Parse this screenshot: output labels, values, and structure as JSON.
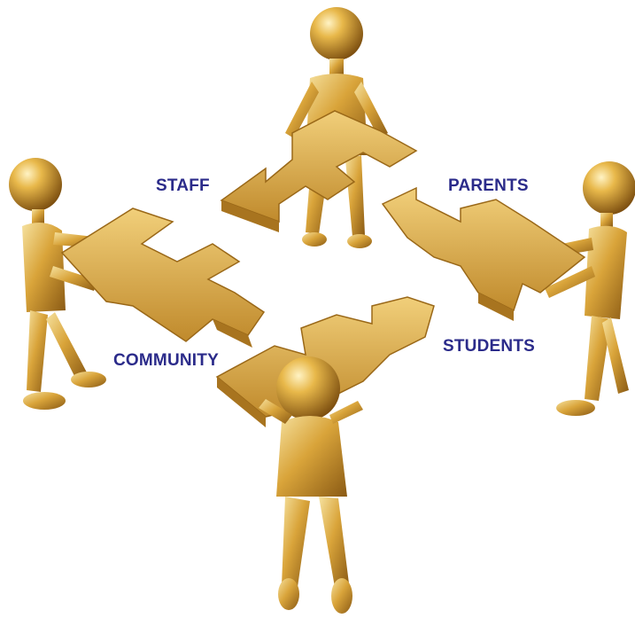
{
  "labels": {
    "staff": "STAFF",
    "parents": "PARENTS",
    "community": "COMMUNITY",
    "students": "STUDENTS"
  },
  "colors": {
    "label_text": "#2b2b8a",
    "gold_light": "#f3d98a",
    "gold_mid": "#d9a43a",
    "gold_dark": "#8a5a14"
  }
}
